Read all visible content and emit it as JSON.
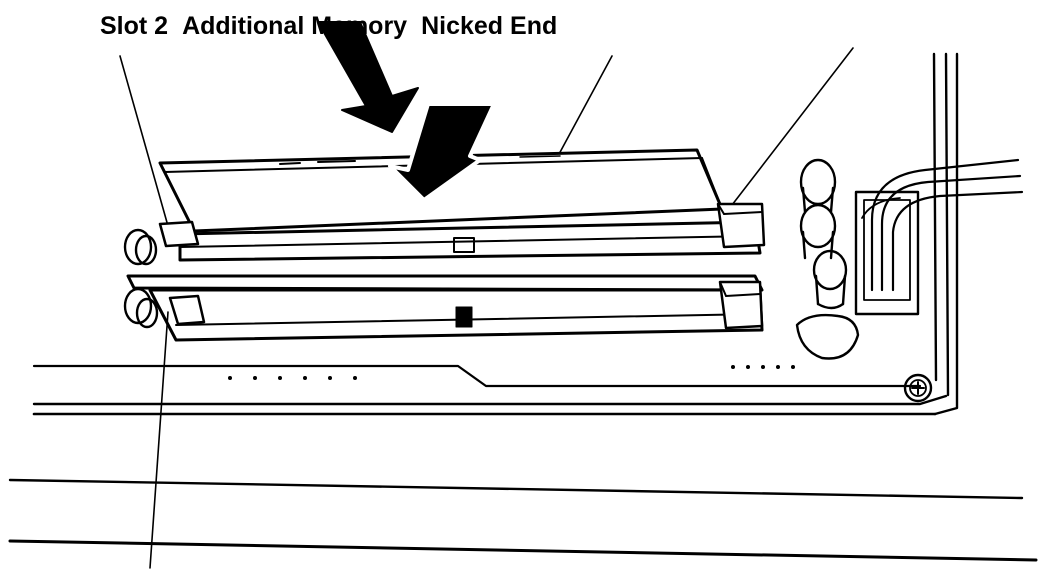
{
  "labels": {
    "slot": "Slot 2",
    "memory": "Additional Memory",
    "end": "Nicked End"
  },
  "colors": {
    "ink": "#000000",
    "paper": "#ffffff"
  }
}
